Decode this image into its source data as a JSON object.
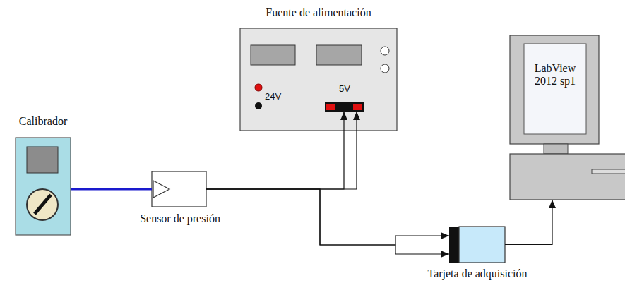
{
  "diagram": {
    "nodes": [
      {
        "text": [
          "Calibrador"
        ]
      },
      {
        "text": [
          "Sensor de presión"
        ]
      },
      {
        "text": [
          "Fuente de alimentación",
          "24V",
          "5V"
        ]
      },
      {
        "text": [
          "Tarjeta de adquisición"
        ]
      },
      {
        "text": [
          "LabView 2012 sp1"
        ]
      }
    ],
    "edges": [
      {
        "from": 0,
        "to": 1,
        "arrow": "none"
      },
      {
        "from": 1,
        "to": 2,
        "arrow": "to"
      },
      {
        "from": 1,
        "to": 2,
        "arrow": "to"
      },
      {
        "from": 1,
        "to": 3,
        "arrow": "to"
      },
      {
        "from": 1,
        "to": 3,
        "arrow": "to"
      },
      {
        "from": 3,
        "to": 4,
        "arrow": "to"
      }
    ]
  }
}
